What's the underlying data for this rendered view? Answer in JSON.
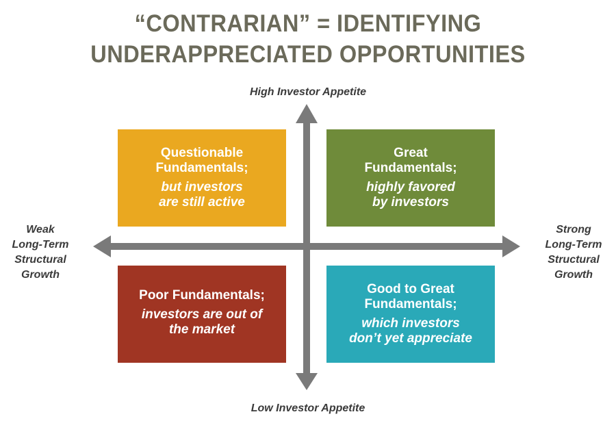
{
  "title": {
    "line1": "“CONTRARIAN” = IDENTIFYING",
    "line2": "UNDERAPPRECIATED OPPORTUNITIES"
  },
  "axes": {
    "top": "High Investor Appetite",
    "bottom": "Low Investor Appetite",
    "left": [
      "Weak",
      "Long-Term",
      "Structural",
      "Growth"
    ],
    "right": [
      "Strong",
      "Long-Term",
      "Structural",
      "Growth"
    ]
  },
  "quadrants": {
    "top_left": {
      "head": [
        "Questionable",
        "Fundamentals;"
      ],
      "sub": [
        "but investors",
        "are still active"
      ],
      "color": "#eaa820"
    },
    "top_right": {
      "head": [
        "Great",
        "Fundamentals;"
      ],
      "sub": [
        "highly favored",
        "by investors"
      ],
      "color": "#6f8b3a"
    },
    "bottom_left": {
      "head": [
        "Poor Fundamentals;"
      ],
      "sub": [
        "investors are out of",
        "the market"
      ],
      "color": "#a03523"
    },
    "bottom_right": {
      "head": [
        "Good to Great",
        "Fundamentals;"
      ],
      "sub": [
        "which investors",
        "don’t yet appreciate"
      ],
      "color": "#2aa9b8"
    }
  },
  "colors": {
    "title": "#6b6a5a",
    "arrow": "#7a7a7a"
  }
}
